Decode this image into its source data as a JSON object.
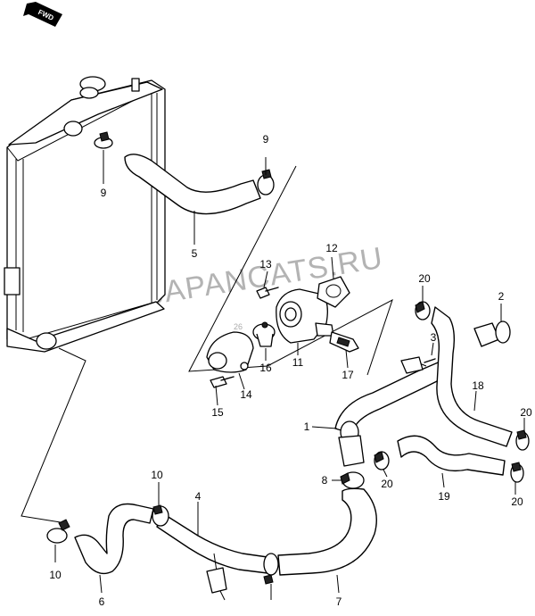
{
  "orientation": {
    "fwd": "FWD"
  },
  "watermark": {
    "text": "WWW.JAPANCATS.RU",
    "id_text": "26"
  },
  "callouts": {
    "c1": "1",
    "c2": "2",
    "c3": "3",
    "c4": "4",
    "c5": "5",
    "c6": "6",
    "c7": "7",
    "c8": "8",
    "c9a": "9",
    "c9b": "9",
    "c10a": "10",
    "c10b": "10",
    "c11": "11",
    "c12": "12",
    "c13": "13",
    "c14": "14",
    "c15": "15",
    "c16": "16",
    "c17": "17",
    "c18": "18",
    "c19": "19",
    "c20a": "20",
    "c20b": "20",
    "c20c": "20",
    "c20d": "20"
  }
}
